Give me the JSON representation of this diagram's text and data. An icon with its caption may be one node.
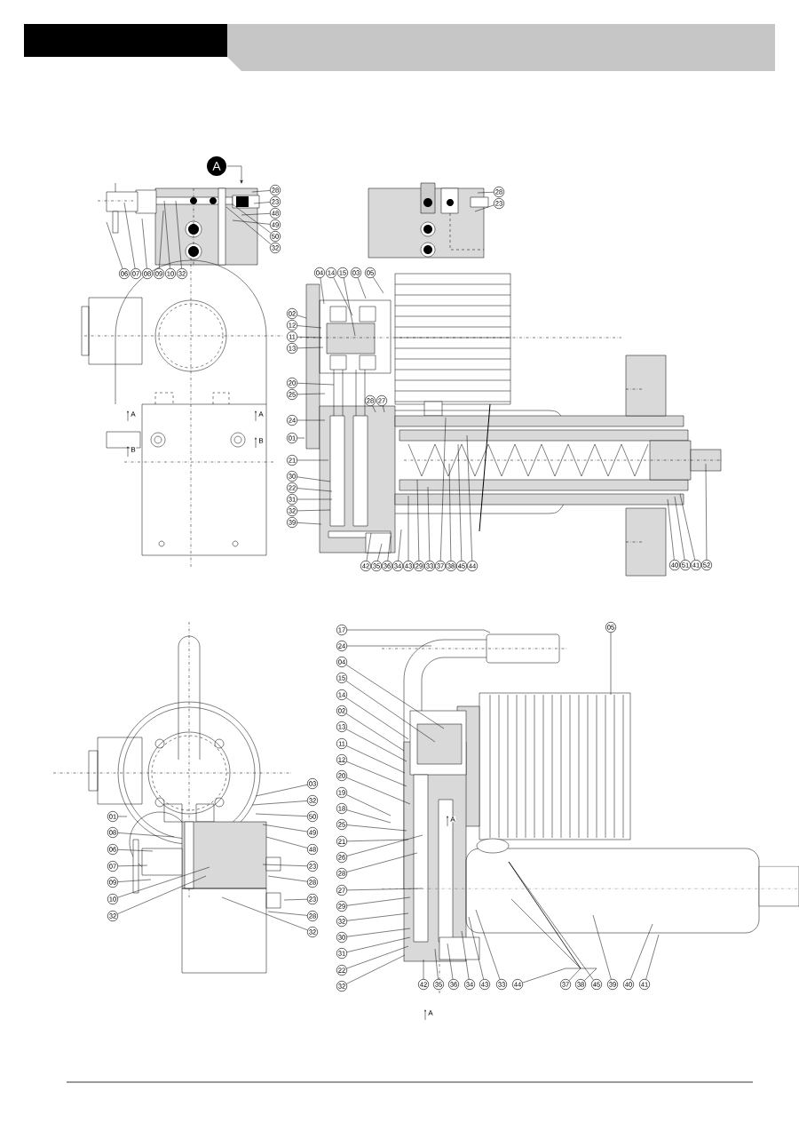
{
  "diagram": {
    "nodes": [
      {
        "text": [
          "28"
        ]
      },
      {
        "text": [
          "23"
        ]
      },
      {
        "text": [
          "48"
        ]
      },
      {
        "text": [
          "49"
        ]
      },
      {
        "text": [
          "50"
        ]
      },
      {
        "text": [
          "32"
        ]
      },
      {
        "text": [
          "06"
        ]
      },
      {
        "text": [
          "07"
        ]
      },
      {
        "text": [
          "08"
        ]
      },
      {
        "text": [
          "09"
        ]
      },
      {
        "text": [
          "10"
        ]
      },
      {
        "text": [
          "32"
        ]
      },
      {
        "text": [
          "28"
        ]
      },
      {
        "text": [
          "23"
        ]
      },
      {
        "text": [
          "04"
        ]
      },
      {
        "text": [
          "14"
        ]
      },
      {
        "text": [
          "15"
        ]
      },
      {
        "text": [
          "03"
        ]
      },
      {
        "text": [
          "05"
        ]
      },
      {
        "text": [
          "02"
        ]
      },
      {
        "text": [
          "12"
        ]
      },
      {
        "text": [
          "11"
        ]
      },
      {
        "text": [
          "13"
        ]
      },
      {
        "text": [
          "20"
        ]
      },
      {
        "text": [
          "25"
        ]
      },
      {
        "text": [
          "24"
        ]
      },
      {
        "text": [
          "01"
        ]
      },
      {
        "text": [
          "21"
        ]
      },
      {
        "text": [
          "30"
        ]
      },
      {
        "text": [
          "22"
        ]
      },
      {
        "text": [
          "31"
        ]
      },
      {
        "text": [
          "32"
        ]
      },
      {
        "text": [
          "39"
        ]
      },
      {
        "text": [
          "28"
        ]
      },
      {
        "text": [
          "27"
        ]
      },
      {
        "text": [
          "42"
        ]
      },
      {
        "text": [
          "35"
        ]
      },
      {
        "text": [
          "36"
        ]
      },
      {
        "text": [
          "34"
        ]
      },
      {
        "text": [
          "43"
        ]
      },
      {
        "text": [
          "29"
        ]
      },
      {
        "text": [
          "33"
        ]
      },
      {
        "text": [
          "37"
        ]
      },
      {
        "text": [
          "38"
        ]
      },
      {
        "text": [
          "45"
        ]
      },
      {
        "text": [
          "44"
        ]
      },
      {
        "text": [
          "40"
        ]
      },
      {
        "text": [
          "51"
        ]
      },
      {
        "text": [
          "41"
        ]
      },
      {
        "text": [
          "52"
        ]
      },
      {
        "text": [
          "03"
        ]
      },
      {
        "text": [
          "32"
        ]
      },
      {
        "text": [
          "50"
        ]
      },
      {
        "text": [
          "49"
        ]
      },
      {
        "text": [
          "48"
        ]
      },
      {
        "text": [
          "23"
        ]
      },
      {
        "text": [
          "28"
        ]
      },
      {
        "text": [
          "23"
        ]
      },
      {
        "text": [
          "28"
        ]
      },
      {
        "text": [
          "32"
        ]
      },
      {
        "text": [
          "01"
        ]
      },
      {
        "text": [
          "08"
        ]
      },
      {
        "text": [
          "06"
        ]
      },
      {
        "text": [
          "07"
        ]
      },
      {
        "text": [
          "09"
        ]
      },
      {
        "text": [
          "10"
        ]
      },
      {
        "text": [
          "32"
        ]
      },
      {
        "text": [
          "17"
        ]
      },
      {
        "text": [
          "24"
        ]
      },
      {
        "text": [
          "04"
        ]
      },
      {
        "text": [
          "15"
        ]
      },
      {
        "text": [
          "14"
        ]
      },
      {
        "text": [
          "02"
        ]
      },
      {
        "text": [
          "13"
        ]
      },
      {
        "text": [
          "11"
        ]
      },
      {
        "text": [
          "12"
        ]
      },
      {
        "text": [
          "20"
        ]
      },
      {
        "text": [
          "19"
        ]
      },
      {
        "text": [
          "18"
        ]
      },
      {
        "text": [
          "25"
        ]
      },
      {
        "text": [
          "21"
        ]
      },
      {
        "text": [
          "26"
        ]
      },
      {
        "text": [
          "28"
        ]
      },
      {
        "text": [
          "27"
        ]
      },
      {
        "text": [
          "29"
        ]
      },
      {
        "text": [
          "32"
        ]
      },
      {
        "text": [
          "30"
        ]
      },
      {
        "text": [
          "31"
        ]
      },
      {
        "text": [
          "22"
        ]
      },
      {
        "text": [
          "32"
        ]
      },
      {
        "text": [
          "05"
        ]
      },
      {
        "text": [
          "42"
        ]
      },
      {
        "text": [
          "35"
        ]
      },
      {
        "text": [
          "36"
        ]
      },
      {
        "text": [
          "34"
        ]
      },
      {
        "text": [
          "43"
        ]
      },
      {
        "text": [
          "33"
        ]
      },
      {
        "text": [
          "44"
        ]
      },
      {
        "text": [
          "37"
        ]
      },
      {
        "text": [
          "38"
        ]
      },
      {
        "text": [
          "45"
        ]
      },
      {
        "text": [
          "39"
        ]
      },
      {
        "text": [
          "40"
        ]
      },
      {
        "text": [
          "41"
        ]
      }
    ],
    "edges": [
      {
        "from": 0,
        "to": null,
        "arrow": "none"
      },
      {
        "from": 1,
        "to": null,
        "arrow": "none"
      },
      {
        "from": 2,
        "to": null,
        "arrow": "none"
      },
      {
        "from": 3,
        "to": null,
        "arrow": "none"
      },
      {
        "from": 4,
        "to": null,
        "arrow": "none"
      },
      {
        "from": 5,
        "to": null,
        "arrow": "none"
      },
      {
        "from": 6,
        "to": null,
        "arrow": "none"
      },
      {
        "from": 7,
        "to": null,
        "arrow": "none"
      },
      {
        "from": 8,
        "to": null,
        "arrow": "none"
      },
      {
        "from": 9,
        "to": null,
        "arrow": "none"
      },
      {
        "from": 10,
        "to": null,
        "arrow": "none"
      },
      {
        "from": 11,
        "to": null,
        "arrow": "none"
      },
      {
        "from": 12,
        "to": null,
        "arrow": "none"
      },
      {
        "from": 13,
        "to": null,
        "arrow": "none"
      },
      {
        "from": 14,
        "to": null,
        "arrow": "none"
      },
      {
        "from": 15,
        "to": null,
        "arrow": "none"
      },
      {
        "from": 16,
        "to": null,
        "arrow": "none"
      },
      {
        "from": 17,
        "to": null,
        "arrow": "none"
      },
      {
        "from": 18,
        "to": null,
        "arrow": "none"
      },
      {
        "from": 19,
        "to": null,
        "arrow": "none"
      },
      {
        "from": 20,
        "to": null,
        "arrow": "none"
      },
      {
        "from": 21,
        "to": null,
        "arrow": "none"
      },
      {
        "from": 22,
        "to": null,
        "arrow": "none"
      },
      {
        "from": 23,
        "to": null,
        "arrow": "none"
      },
      {
        "from": 24,
        "to": null,
        "arrow": "none"
      },
      {
        "from": 25,
        "to": null,
        "arrow": "none"
      },
      {
        "from": 26,
        "to": null,
        "arrow": "none"
      },
      {
        "from": 27,
        "to": null,
        "arrow": "none"
      },
      {
        "from": 28,
        "to": null,
        "arrow": "none"
      },
      {
        "from": 29,
        "to": null,
        "arrow": "none"
      },
      {
        "from": 30,
        "to": null,
        "arrow": "none"
      },
      {
        "from": 31,
        "to": null,
        "arrow": "none"
      },
      {
        "from": 32,
        "to": null,
        "arrow": "none"
      },
      {
        "from": 33,
        "to": null,
        "arrow": "none"
      },
      {
        "from": 34,
        "to": null,
        "arrow": "none"
      },
      {
        "from": 35,
        "to": null,
        "arrow": "none"
      },
      {
        "from": 36,
        "to": null,
        "arrow": "none"
      },
      {
        "from": 37,
        "to": null,
        "arrow": "none"
      },
      {
        "from": 38,
        "to": null,
        "arrow": "none"
      },
      {
        "from": 39,
        "to": null,
        "arrow": "none"
      },
      {
        "from": 40,
        "to": null,
        "arrow": "none"
      },
      {
        "from": 41,
        "to": null,
        "arrow": "none"
      },
      {
        "from": 42,
        "to": null,
        "arrow": "none"
      },
      {
        "from": 43,
        "to": null,
        "arrow": "none"
      },
      {
        "from": 44,
        "to": null,
        "arrow": "none"
      },
      {
        "from": 45,
        "to": null,
        "arrow": "none"
      },
      {
        "from": 46,
        "to": null,
        "arrow": "none"
      },
      {
        "from": 47,
        "to": null,
        "arrow": "none"
      },
      {
        "from": 48,
        "to": null,
        "arrow": "none"
      },
      {
        "from": 49,
        "to": null,
        "arrow": "none"
      },
      {
        "from": 50,
        "to": null,
        "arrow": "none"
      },
      {
        "from": 51,
        "to": null,
        "arrow": "none"
      },
      {
        "from": 52,
        "to": null,
        "arrow": "none"
      },
      {
        "from": 53,
        "to": null,
        "arrow": "none"
      },
      {
        "from": 54,
        "to": null,
        "arrow": "none"
      },
      {
        "from": 55,
        "to": null,
        "arrow": "none"
      },
      {
        "from": 56,
        "to": null,
        "arrow": "none"
      },
      {
        "from": 57,
        "to": null,
        "arrow": "none"
      },
      {
        "from": 58,
        "to": null,
        "arrow": "none"
      },
      {
        "from": 59,
        "to": null,
        "arrow": "none"
      },
      {
        "from": 60,
        "to": null,
        "arrow": "none"
      },
      {
        "from": 61,
        "to": null,
        "arrow": "none"
      },
      {
        "from": 62,
        "to": null,
        "arrow": "none"
      },
      {
        "from": 63,
        "to": null,
        "arrow": "none"
      },
      {
        "from": 64,
        "to": null,
        "arrow": "none"
      },
      {
        "from": 65,
        "to": null,
        "arrow": "none"
      },
      {
        "from": 66,
        "to": null,
        "arrow": "none"
      },
      {
        "from": 67,
        "to": null,
        "arrow": "none"
      },
      {
        "from": 68,
        "to": null,
        "arrow": "none"
      },
      {
        "from": 69,
        "to": null,
        "arrow": "none"
      },
      {
        "from": 70,
        "to": null,
        "arrow": "none"
      },
      {
        "from": 71,
        "to": null,
        "arrow": "none"
      },
      {
        "from": 72,
        "to": null,
        "arrow": "none"
      },
      {
        "from": 73,
        "to": null,
        "arrow": "none"
      },
      {
        "from": 74,
        "to": null,
        "arrow": "none"
      },
      {
        "from": 75,
        "to": null,
        "arrow": "none"
      },
      {
        "from": 76,
        "to": null,
        "arrow": "none"
      },
      {
        "from": 77,
        "to": null,
        "arrow": "none"
      },
      {
        "from": 78,
        "to": null,
        "arrow": "none"
      },
      {
        "from": 79,
        "to": null,
        "arrow": "none"
      },
      {
        "from": 80,
        "to": null,
        "arrow": "none"
      },
      {
        "from": 81,
        "to": null,
        "arrow": "none"
      },
      {
        "from": 82,
        "to": null,
        "arrow": "none"
      },
      {
        "from": 83,
        "to": null,
        "arrow": "none"
      },
      {
        "from": 84,
        "to": null,
        "arrow": "none"
      },
      {
        "from": 85,
        "to": null,
        "arrow": "none"
      },
      {
        "from": 86,
        "to": null,
        "arrow": "none"
      },
      {
        "from": 87,
        "to": null,
        "arrow": "none"
      },
      {
        "from": 88,
        "to": null,
        "arrow": "none"
      },
      {
        "from": 89,
        "to": null,
        "arrow": "none"
      },
      {
        "from": 90,
        "to": null,
        "arrow": "none"
      },
      {
        "from": 91,
        "to": null,
        "arrow": "none"
      },
      {
        "from": 92,
        "to": null,
        "arrow": "none"
      },
      {
        "from": 93,
        "to": null,
        "arrow": "none"
      },
      {
        "from": 94,
        "to": null,
        "arrow": "none"
      },
      {
        "from": 95,
        "to": null,
        "arrow": "none"
      },
      {
        "from": 96,
        "to": null,
        "arrow": "none"
      },
      {
        "from": 97,
        "to": null,
        "arrow": "none"
      },
      {
        "from": 98,
        "to": null,
        "arrow": "none"
      },
      {
        "from": 99,
        "to": null,
        "arrow": "none"
      },
      {
        "from": 100,
        "to": null,
        "arrow": "none"
      },
      {
        "from": 101,
        "to": null,
        "arrow": "none"
      },
      {
        "from": 102,
        "to": null,
        "arrow": "none"
      },
      {
        "from": 103,
        "to": null,
        "arrow": "none"
      }
    ],
    "labels": [
      "A",
      "A",
      "A",
      "B",
      "B",
      "A",
      "A"
    ]
  }
}
